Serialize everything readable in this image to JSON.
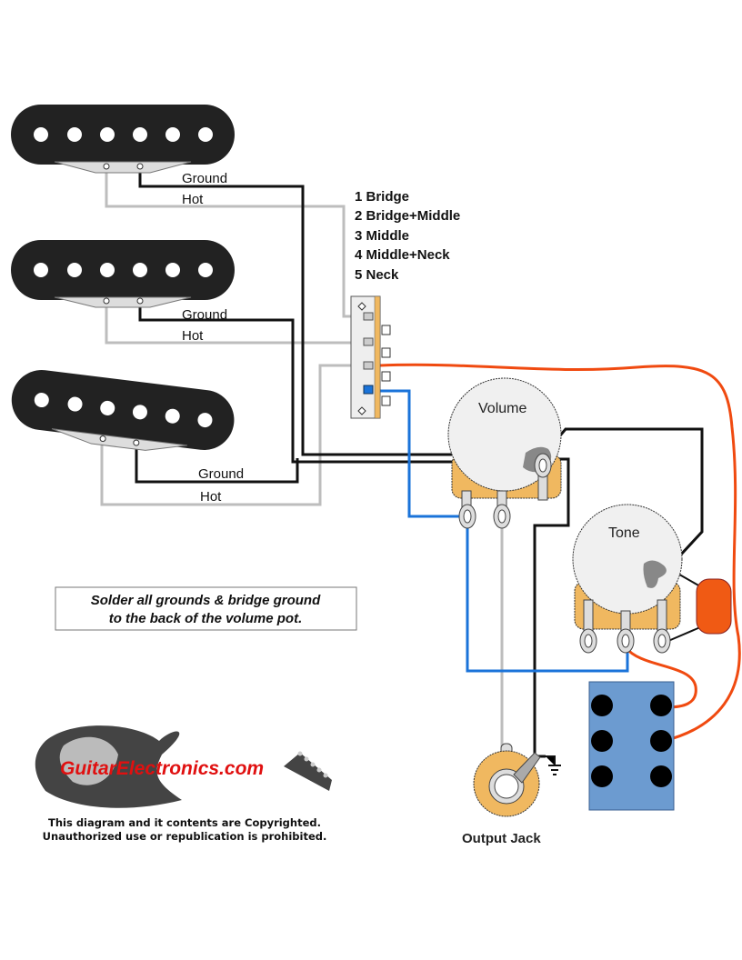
{
  "pickups": [
    {
      "ground_label": "Ground",
      "hot_label": "Hot"
    },
    {
      "ground_label": "Ground",
      "hot_label": "Hot"
    },
    {
      "ground_label": "Ground",
      "hot_label": "Hot"
    }
  ],
  "switch_positions": [
    "1 Bridge",
    "2 Bridge+Middle",
    "3 Middle",
    "4 Middle+Neck",
    "5 Neck"
  ],
  "volume_label": "Volume",
  "tone_label": "Tone",
  "output_jack_label": "Output Jack",
  "note": {
    "line1": "Solder all grounds & bridge ground",
    "line2": "to the back of the volume pot."
  },
  "logo": {
    "text": "GuitarElectronics.com",
    "copyright_line1": "This diagram and it contents are Copyrighted.",
    "copyright_line2": "Unauthorized use or republication is prohibited."
  },
  "colors": {
    "ground_wire": "#111111",
    "hot_wire": "#bdbdbd",
    "blue_wire": "#1a73d9",
    "orange_wire": "#f04a10",
    "pot_body": "#f0f0f0",
    "pot_base": "#f0b860",
    "switch_plate": "#6c9bd0",
    "capacitor": "#f05a14"
  }
}
